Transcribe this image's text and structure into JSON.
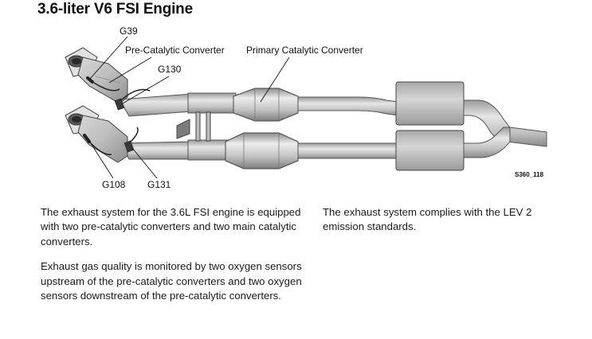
{
  "title": "3.6-liter V6 FSI Engine",
  "figure": {
    "labels": {
      "g39": "G39",
      "pre_cat": "Pre-Catalytic Converter",
      "primary_cat": "Primary Catalytic Converter",
      "g130": "G130",
      "g108": "G108",
      "g131": "G131"
    },
    "figure_id": "S360_118"
  },
  "text": {
    "left": [
      "The exhaust system for the 3.6L FSI engine is equipped with two pre-catalytic converters and two main catalytic converters.",
      "Exhaust gas quality is monitored by two oxygen sensors upstream of the pre-catalytic converters and two oxygen sensors downstream of the pre-catalytic converters."
    ],
    "right": [
      "The exhaust system complies with the LEV 2 emission standards."
    ]
  }
}
